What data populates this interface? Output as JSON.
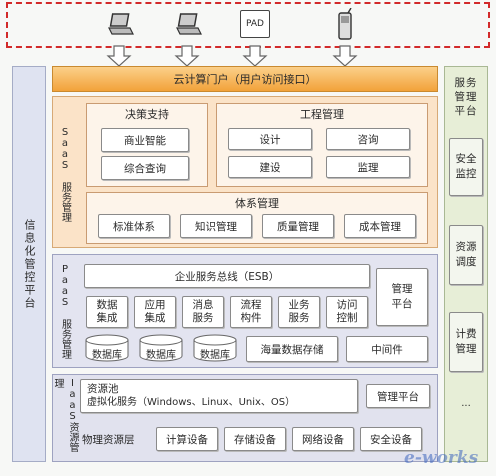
{
  "devices": {
    "pad_label": "PAD",
    "icons": [
      "laptop-icon",
      "laptop-icon",
      "tablet-icon",
      "mobile-phone-icon"
    ]
  },
  "left_column": {
    "label": "信息化管控平台"
  },
  "right_column": {
    "top_label": "服务管理平台",
    "items": [
      "安全监控",
      "资源调度",
      "计费管理"
    ],
    "ellipsis": "..."
  },
  "portal": {
    "label": "云计算门户（用户访问接口）"
  },
  "saas": {
    "side_label": "SaaS 服务管理",
    "decision": {
      "title": "决策支持",
      "items": [
        "商业智能",
        "综合查询"
      ]
    },
    "engineering": {
      "title": "工程管理",
      "items": [
        "设计",
        "咨询",
        "建设",
        "监理"
      ]
    },
    "system": {
      "title": "体系管理",
      "items": [
        "标准体系",
        "知识管理",
        "质量管理",
        "成本管理"
      ]
    }
  },
  "paas": {
    "side_label": "PaaS 服务管理",
    "esb": "企业服务总线（ESB）",
    "services": [
      "数据集成",
      "应用集成",
      "消息服务",
      "流程构件",
      "业务服务",
      "访问控制"
    ],
    "databases": [
      "数据库",
      "数据库",
      "数据库"
    ],
    "storage": "海量数据存储",
    "mgmt": "管理平台",
    "middleware": "中间件"
  },
  "iaas": {
    "side_label": "IaaS资源管理",
    "pool_line1": "资源池",
    "pool_line2": "虚拟化服务（Windows、Linux、Unix、OS）",
    "mgmt": "管理平台",
    "physical_label": "物理资源层",
    "devices": [
      "计算设备",
      "存储设备",
      "网络设备",
      "安全设备"
    ]
  },
  "watermark": "e-works",
  "colors": {
    "dashed_border": "#d22a2a",
    "portal_orange": "#f5b04a",
    "saas_bg": "#fbe3c8",
    "paas_bg": "#e3e4f0",
    "iaas_bg": "#e1e2ee",
    "left_bg": "#dfe3f1",
    "right_bg": "#e7eed7"
  }
}
